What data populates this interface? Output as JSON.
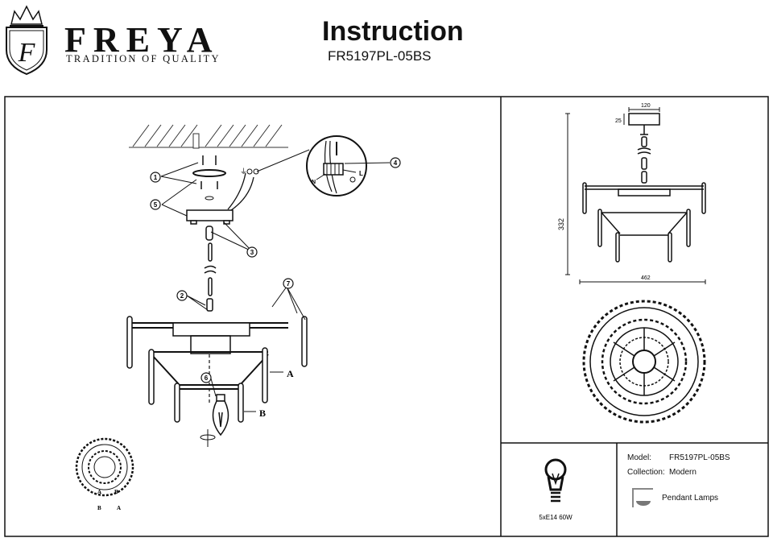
{
  "header": {
    "brand_name": "FREYA",
    "tagline": "TRADITION OF QUALITY",
    "logo_monogram": "F",
    "title": "Instruction",
    "model_code": "FR5197PL-05BS"
  },
  "callouts": [
    "1",
    "2",
    "3",
    "4",
    "5",
    "6",
    "7"
  ],
  "part_labels": {
    "a": "A",
    "b": "B"
  },
  "wiring_labels": {
    "live": "L",
    "neutral": "N"
  },
  "dimensions": {
    "canopy_width": "120",
    "canopy_height": "25",
    "height": "332",
    "diameter": "462"
  },
  "bulb": {
    "spec": "5xE14 60W"
  },
  "info": {
    "model_label": "Model:",
    "model_value": "FR5197PL-05BS",
    "collection_label": "Collection:",
    "collection_value": "Modern",
    "category": "Pendant Lamps",
    "category_icon": "pendant-lamp-icon"
  },
  "colors": {
    "ink": "#111111",
    "paper": "#ffffff"
  }
}
